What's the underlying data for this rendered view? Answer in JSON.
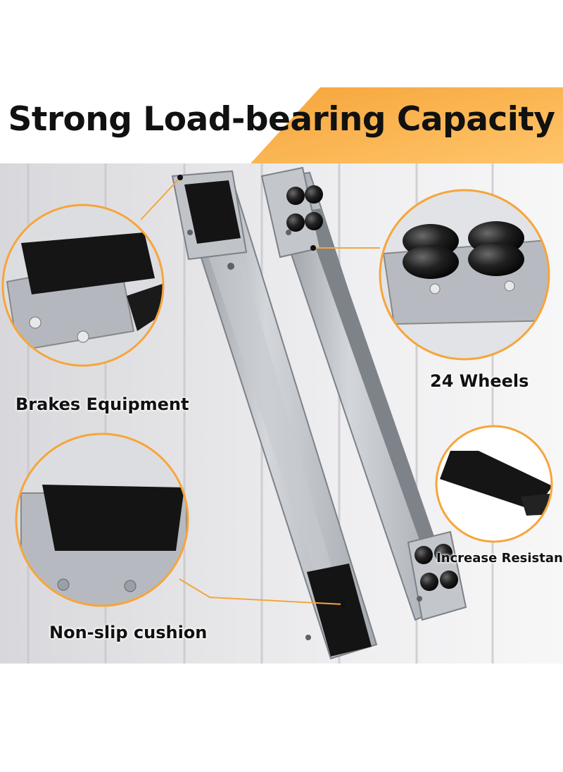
{
  "headline": "Strong Load-bearing Capacity",
  "callouts": {
    "brakes": "Brakes Equipment",
    "wheels": "24 Wheels",
    "resistance": "Increase Resistance",
    "cushion": "Non-slip cushion"
  },
  "colors": {
    "accent": "#F6A53B",
    "metal": "#B8BDC4",
    "pad": "#151515",
    "wall": "#E9E9EB",
    "text": "#111111"
  }
}
